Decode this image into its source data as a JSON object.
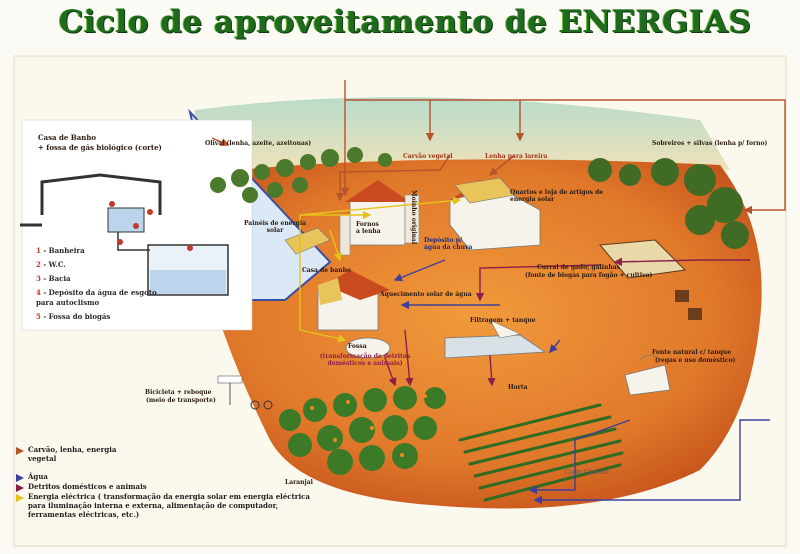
{
  "title": "Ciclo de aproveitamento de ENERGIAS",
  "bath_box": {
    "heading": "Casa de Banho",
    "subheading": "+ fossa de gás biológico (corte)",
    "items": [
      {
        "num": "1",
        "label": "- Banheira"
      },
      {
        "num": "2",
        "label": "- W.C."
      },
      {
        "num": "3",
        "label": "- Bacia"
      },
      {
        "num": "4",
        "label": "- Depósito da água de esgoto"
      },
      {
        "num": "",
        "label": "para autoclismo"
      },
      {
        "num": "5",
        "label": "- Fossa do biogás"
      }
    ]
  },
  "labels": {
    "olival": "Olival (lenha, azeite, azeitonas)",
    "carvao": "Carvão vegetal",
    "lenha_lareira": "Lenha para lareira",
    "sobreiros": "Sobreiros + silvas (lenha p/ forno)",
    "paineis": "Painéis de energia solar",
    "fornos": "Fornos a lenha",
    "moinho": "Moinho original",
    "quartos": "Quartos e loja de artigos de energia solar",
    "deposito": "Depósito p/ água da chuva",
    "casa_banho": "Casa de banho",
    "aquecimento": "Aquecimento solar de água",
    "curral": "Curral de gado; galinhas",
    "curral_sub": "(fonte de biogás para fogão + cultivo)",
    "filtragem": "Filtragem + tanque",
    "fossa": "Fossa",
    "fossa_sub": "(transformação de detritos domésticos e animais)",
    "fonte": "Fonte natural c/ tanque",
    "fonte_sub": "(regas e uso doméstico)",
    "bicicleta": "Bicicleta + reboque",
    "bicicleta_sub": "(meio de transporte)",
    "horta": "Horta",
    "laranjal": "Laranjal",
    "signature": "Carla Cândido"
  },
  "legend": [
    {
      "label": "Carvão, lenha, energia vegetal",
      "color": "#b5532a"
    },
    {
      "label": "Água",
      "color": "#3f3f9a"
    },
    {
      "label": "Detritos domésticos e animais",
      "color": "#8a1f4a"
    },
    {
      "label": "Energia eléctrica ( transformação da energia solar em energia eléctrica para iluminação interna e externa, alimentação de computador, ferramentas eléctricas, etc.)",
      "color": "#e6c21a"
    }
  ],
  "colors": {
    "title_green": "#1f6a1f",
    "earth": "#e0782a",
    "sky": "#cfe6d8",
    "arrow_vegetal": "#b5532a",
    "arrow_water": "#3f3f9a",
    "arrow_waste": "#8a1f4a",
    "arrow_electric": "#e6c21a"
  }
}
